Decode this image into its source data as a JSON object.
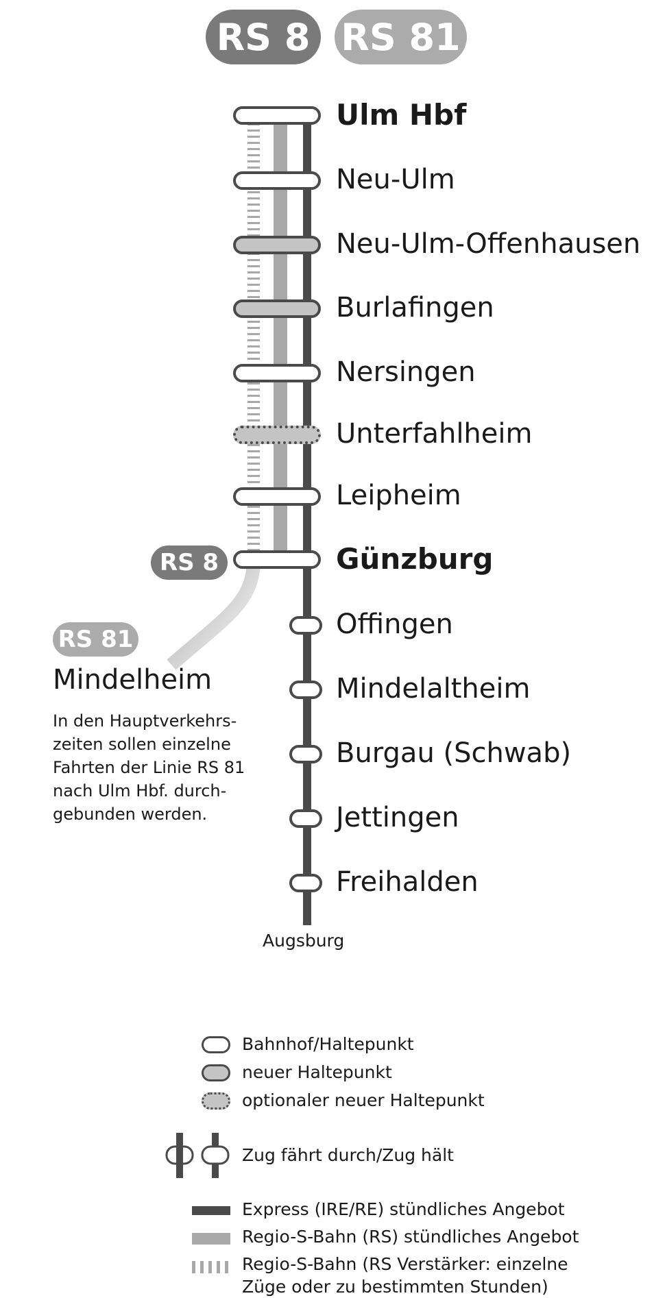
{
  "header_badges": [
    {
      "label": "RS 8",
      "color": "#7a7a7a"
    },
    {
      "label": "RS 81",
      "color": "#ababab"
    }
  ],
  "stations": [
    {
      "name": "Ulm Hbf",
      "major": true,
      "stop_type": "station",
      "served_by": [
        "express",
        "rs",
        "rs_extra"
      ]
    },
    {
      "name": "Neu-Ulm",
      "major": false,
      "stop_type": "station",
      "served_by": [
        "express",
        "rs",
        "rs_extra"
      ]
    },
    {
      "name": "Neu-Ulm-Offenhausen",
      "major": false,
      "stop_type": "new",
      "served_by": [
        "rs",
        "rs_extra"
      ]
    },
    {
      "name": "Burlafingen",
      "major": false,
      "stop_type": "new",
      "served_by": [
        "rs",
        "rs_extra"
      ]
    },
    {
      "name": "Nersingen",
      "major": false,
      "stop_type": "station",
      "served_by": [
        "rs",
        "rs_extra"
      ]
    },
    {
      "name": "Unterfahlheim",
      "major": false,
      "stop_type": "optional",
      "served_by": [
        "rs",
        "rs_extra"
      ]
    },
    {
      "name": "Leipheim",
      "major": false,
      "stop_type": "station",
      "served_by": [
        "rs",
        "rs_extra"
      ]
    },
    {
      "name": "Günzburg",
      "major": true,
      "stop_type": "station",
      "served_by": [
        "express",
        "rs",
        "rs_extra"
      ]
    },
    {
      "name": "Offingen",
      "major": false,
      "stop_type": "station",
      "served_by": [
        "express"
      ]
    },
    {
      "name": "Mindelaltheim",
      "major": false,
      "stop_type": "station",
      "served_by": [
        "express"
      ]
    },
    {
      "name": "Burgau (Schwab)",
      "major": false,
      "stop_type": "station",
      "served_by": [
        "express"
      ]
    },
    {
      "name": "Jettingen",
      "major": false,
      "stop_type": "station",
      "served_by": [
        "express"
      ]
    },
    {
      "name": "Freihalden",
      "major": false,
      "stop_type": "station",
      "served_by": [
        "express"
      ]
    }
  ],
  "branch": {
    "badge_main": "RS 8",
    "badge_branch": "RS 81",
    "destination": "Mindelheim",
    "note": "In den Hauptverkehrs-zeiten sollen einzelne Fahrten der Linie RS 81 nach Ulm Hbf. durch-gebunden werden."
  },
  "line_end": "Augsburg",
  "legend": {
    "stop_types": [
      {
        "type": "station",
        "label": "Bahnhof/Haltepunkt"
      },
      {
        "type": "new",
        "label": "neuer Haltepunkt"
      },
      {
        "type": "optional",
        "label": "optionaler neuer Haltepunkt"
      }
    ],
    "passthrough": "Zug fährt durch/Zug hält",
    "lines": [
      {
        "type": "express",
        "label": "Express (IRE/RE) stündliches Angebot",
        "color": "#4a4a4a"
      },
      {
        "type": "rs",
        "label": "Regio-S-Bahn (RS) stündliches Angebot",
        "color": "#a8a8a8"
      },
      {
        "type": "rs_extra",
        "label": "Regio-S-Bahn (RS Verstärker: einzelne Züge oder zu bestimmten Stunden)",
        "color": "#a8a8a8"
      }
    ]
  },
  "colors": {
    "express": "#4a4a4a",
    "rs": "#a8a8a8",
    "new_stop": "#c4c4c4",
    "text": "#1a1a1a"
  }
}
